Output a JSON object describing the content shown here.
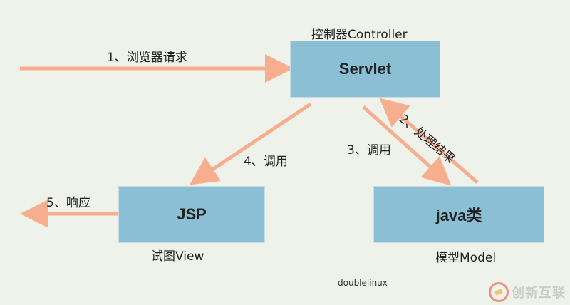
{
  "nodes": {
    "controller_caption": "控制器Controller",
    "servlet": "Servlet",
    "jsp": "JSP",
    "jsp_caption": "试图View",
    "model": "java类",
    "model_caption": "模型Model"
  },
  "edges": {
    "browser_request": "1、浏览器请求",
    "process_result": "2、处理结果",
    "call_model": "3、调用",
    "call_view": "4、调用",
    "response": "5、响应"
  },
  "footer": {
    "author": "doublelinux",
    "watermark": "创新互联"
  },
  "colors": {
    "arrow": "#f7ae8e",
    "box": "#8bbfd4",
    "background": "#eff2ea"
  }
}
